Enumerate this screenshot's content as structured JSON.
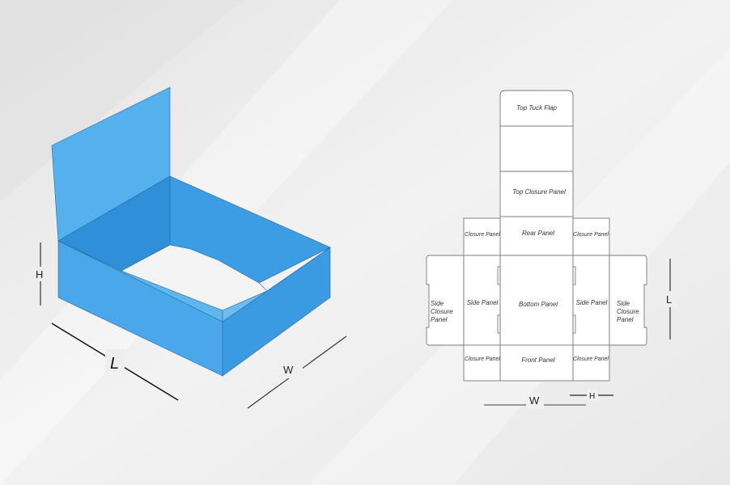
{
  "box3d": {
    "dim_h": "H",
    "dim_l": "L",
    "dim_w": "W",
    "color_main": "#4aa8ea",
    "color_dark": "#2f8fd8",
    "color_light": "#6dbcf2"
  },
  "dieline": {
    "top_tuck_flap": "Top Tuck Flap",
    "top_closure_panel": "Top Closure Panel",
    "rear_panel": "Rear Panel",
    "closure_panel_tl": "Closure Panel",
    "closure_panel_tr": "Closure Panel",
    "side_closure_left_1": "Side",
    "side_closure_left_2": "Closure",
    "side_closure_left_3": "Panel",
    "side_panel_left": "Side Panel",
    "bottom_panel": "Bottom Panel",
    "side_panel_right": "Side Panel",
    "side_closure_right_1": "Side",
    "side_closure_right_2": "Closure",
    "side_closure_right_3": "Panel",
    "closure_panel_bl": "Closure Panel",
    "front_panel": "Front Panel",
    "closure_panel_br": "Closure Panel",
    "dim_l": "L",
    "dim_w": "W",
    "dim_h": "H"
  }
}
